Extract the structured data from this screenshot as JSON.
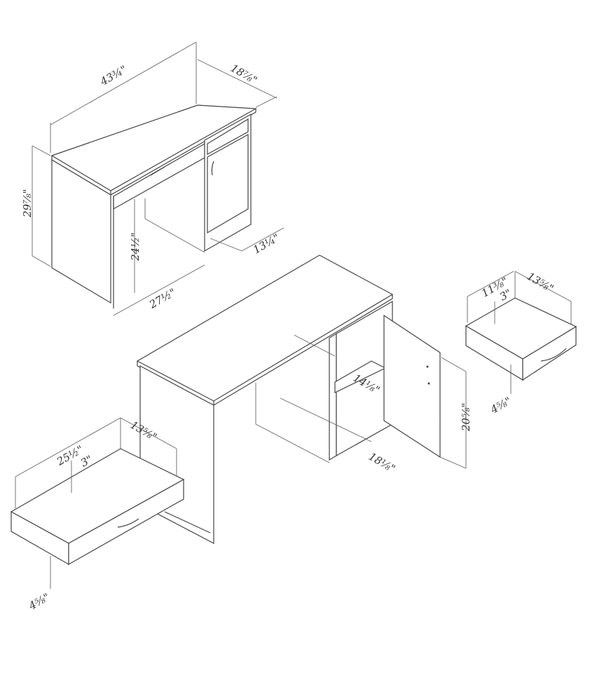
{
  "title": "Desk dimension diagram",
  "figures": {
    "assembled_desk": {
      "width": "43¾\"",
      "depth": "18⅞\"",
      "height": "29⅞\"",
      "knee_height": "24½\"",
      "knee_width": "27½\"",
      "cabinet_depth": "13¼\""
    },
    "open_desk": {
      "shelf_depth": "14⅛\"",
      "cabinet_depth": "18⅛\"",
      "door_height": "20⅝\""
    },
    "small_drawer": {
      "width": "11⅜\"",
      "depth": "13⅝\"",
      "inner_height": "3\"",
      "outer_height": "4⅝\""
    },
    "large_drawer": {
      "width": "25½\"",
      "depth": "13⅝\"",
      "inner_height": "3\"",
      "outer_height": "4⅝\""
    }
  },
  "colors": {
    "line": "#444444",
    "background": "#ffffff"
  }
}
